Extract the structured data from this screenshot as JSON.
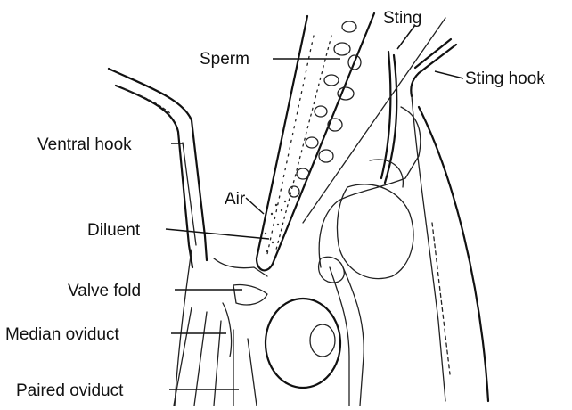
{
  "labels": {
    "sperm": "Sperm",
    "sting": "Sting",
    "sting_hook": "Sting hook",
    "ventral_hook": "Ventral hook",
    "air": "Air",
    "diluent": "Diluent",
    "valve_fold": "Valve fold",
    "median_oviduct": "Median oviduct",
    "paired_oviduct": "Paired oviduct"
  },
  "colors": {
    "ink": "#111111",
    "paper": "#ffffff"
  }
}
